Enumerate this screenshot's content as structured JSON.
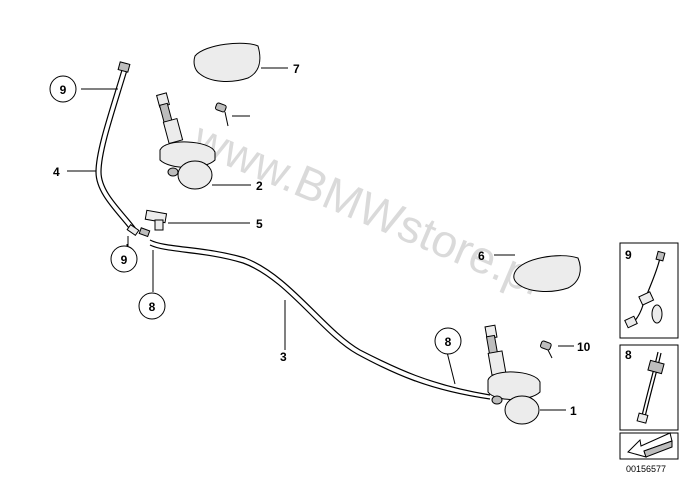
{
  "watermark": "www.BMWstore.pl",
  "callouts": [
    "1",
    "2",
    "3",
    "4",
    "5",
    "6",
    "7",
    "8",
    "9",
    "10"
  ],
  "circled_callouts": [
    "9",
    "9",
    "8",
    "8"
  ],
  "side_panels": [
    {
      "label": "9"
    },
    {
      "label": "8"
    }
  ],
  "catalog_number": "00156577"
}
